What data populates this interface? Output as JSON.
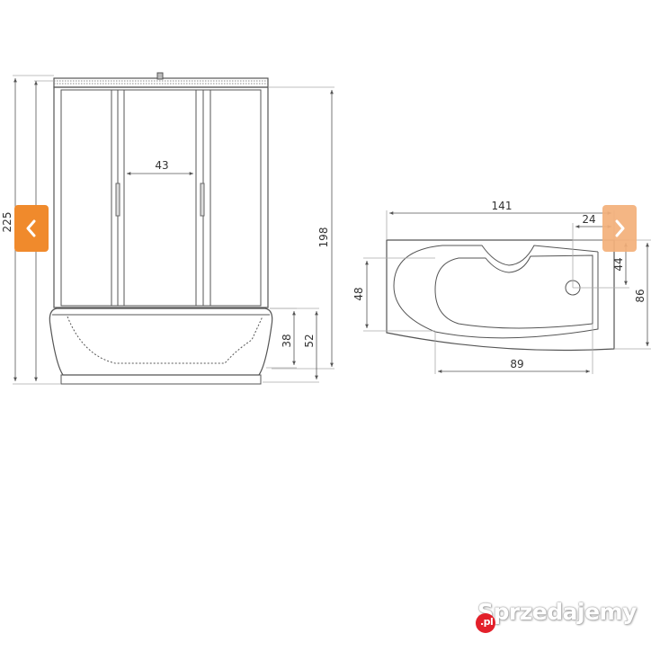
{
  "shower_cabin": {
    "total_height": "225",
    "height_198": "198",
    "door_width": "43",
    "tray_height_38": "38",
    "tray_height_52": "52"
  },
  "bathtub": {
    "total_length": "141",
    "drain_offset_x": "24",
    "drain_offset_y": "44",
    "total_width": "86",
    "inner_width": "48",
    "inner_length": "89"
  },
  "navigation": {
    "prev_icon": "chevron-left-icon",
    "next_icon": "chevron-right-icon",
    "prev_color": "#f08a2c",
    "next_color": "#f4b07a"
  },
  "watermark": {
    "text": "Sprzedajemy",
    "suffix": ".pl",
    "accent": "#e3202a"
  }
}
